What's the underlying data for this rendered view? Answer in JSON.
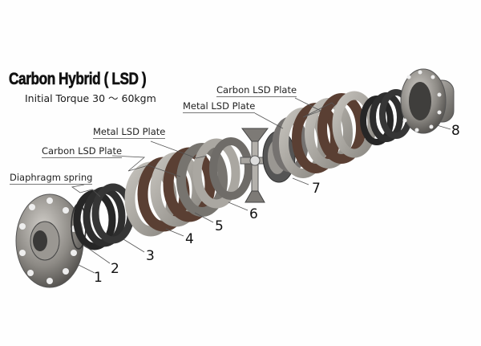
{
  "title": "Carbon Hybrid ( LSD )",
  "subtitle": "Initial Torque 30 ～ 60kgm",
  "callouts": {
    "diaphragm_spring": "Diaphragm spring",
    "carbon_plate_left": "Carbon LSD Plate",
    "metal_plate_left": "Metal LSD Plate",
    "metal_plate_right": "Metal LSD Plate",
    "carbon_plate_right": "Carbon LSD Plate"
  },
  "part_numbers": [
    "1",
    "2",
    "3",
    "4",
    "5",
    "6",
    "7",
    "8"
  ],
  "colors": {
    "background": "#fefefe",
    "metal": "#8a8884",
    "metal_light": "#b5b2ad",
    "carbon": "#5a3f33",
    "spring": "#2a2a2a",
    "leader_line": "#555555"
  }
}
